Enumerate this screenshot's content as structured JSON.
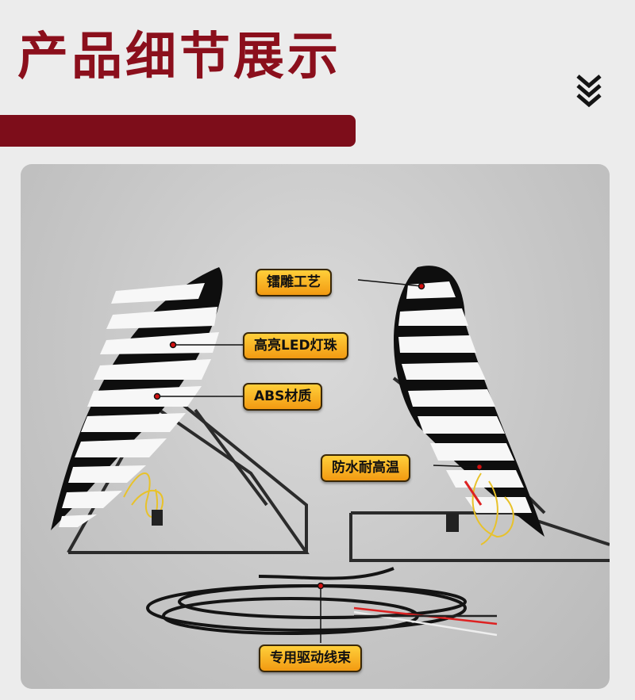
{
  "header": {
    "title": "产品细节展示"
  },
  "callouts": {
    "engraving": "镭雕工艺",
    "led": "高亮LED灯珠",
    "abs": "ABS材质",
    "waterproof": "防水耐高温",
    "harness": "专用驱动线束"
  },
  "icons": {
    "scroll": "chevron-double-down-icon"
  },
  "colors": {
    "brand": "#7d0d1a",
    "callout": "#f6b324"
  }
}
